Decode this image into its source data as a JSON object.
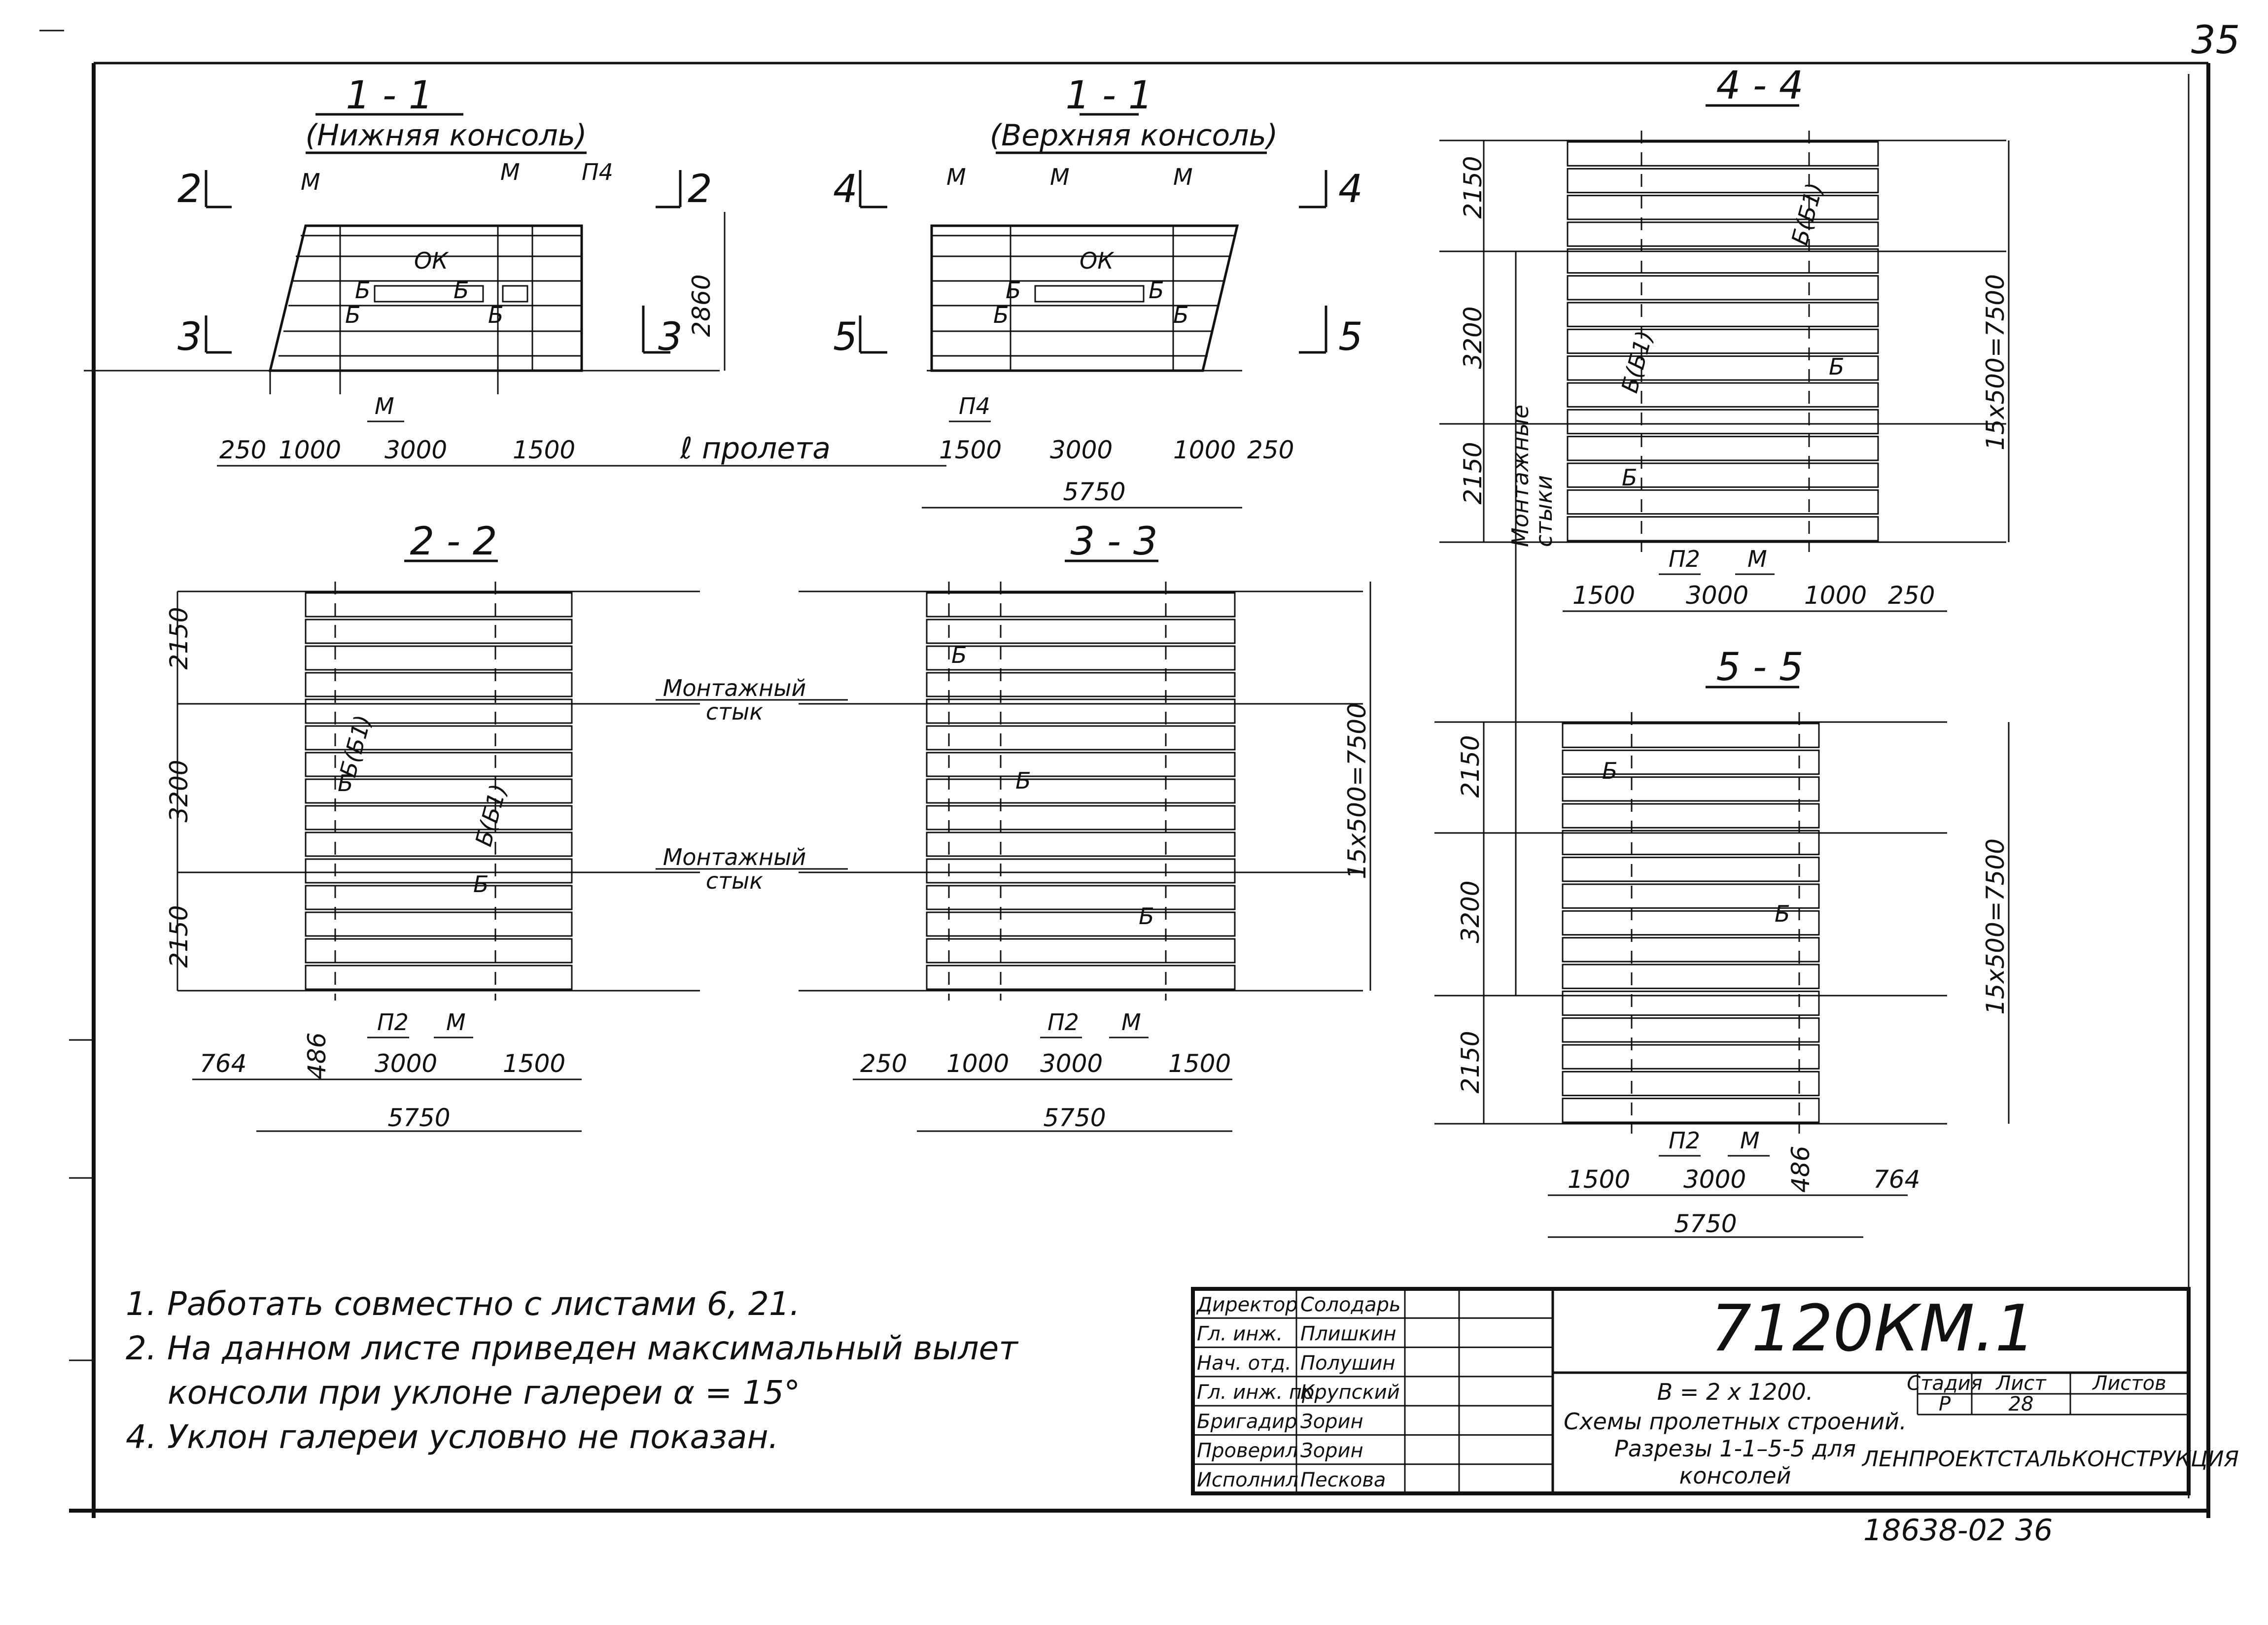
{
  "page_number": "35",
  "sections": {
    "s11_lower": {
      "title": "1 - 1",
      "subtitle": "(Нижняя консоль)",
      "height": "2860",
      "dims": [
        "250",
        "1000",
        "3000",
        "1500"
      ],
      "span_label": "ℓ пролета",
      "marks": [
        "М",
        "М",
        "П4",
        "ОК",
        "Б",
        "Б",
        "Б",
        "Б",
        "М"
      ],
      "cut_marks": [
        "2",
        "2",
        "3",
        "3"
      ]
    },
    "s11_upper": {
      "title": "1 - 1",
      "subtitle": "(Верхняя консоль)",
      "dims": [
        "1500",
        "3000",
        "1000",
        "250"
      ],
      "total": "5750",
      "marks": [
        "М",
        "М",
        "М",
        "ОК",
        "Б",
        "Б",
        "Б",
        "Б",
        "П4"
      ],
      "cut_marks": [
        "4",
        "4",
        "5",
        "5"
      ]
    },
    "s22": {
      "title": "2 - 2",
      "left_dims": [
        "2150",
        "3200",
        "2150"
      ],
      "bottom_dims": [
        "764",
        "486",
        "3000",
        "1500"
      ],
      "total": "5750",
      "marks": [
        "Б(Б1)",
        "Б(Б1)",
        "Б",
        "Б",
        "П2",
        "М"
      ]
    },
    "s33": {
      "title": "3 - 3",
      "right_dim": "15х500=7500",
      "bottom_dims": [
        "250",
        "1000",
        "3000",
        "1500"
      ],
      "total": "5750",
      "marks": [
        "Б",
        "Б",
        "Б",
        "П2",
        "М"
      ]
    },
    "s44": {
      "title": "4 - 4",
      "left_dims": [
        "2150",
        "3200",
        "2150"
      ],
      "right_dim": "15х500=7500",
      "bottom_dims": [
        "1500",
        "3000",
        "1000",
        "250"
      ],
      "marks": [
        "Б(Б1)",
        "Б(Б1)",
        "Б",
        "Б",
        "П2",
        "М"
      ]
    },
    "s55": {
      "title": "5 - 5",
      "left_dims": [
        "2150",
        "3200",
        "2150"
      ],
      "right_dim": "15х500=7500",
      "bottom_dims": [
        "1500",
        "3000",
        "486",
        "764"
      ],
      "total": "5750",
      "marks": [
        "Б",
        "Б",
        "П2",
        "М"
      ]
    }
  },
  "joint_labels": [
    "Монтажный\nстык",
    "Монтажный\nстык",
    "Монтажные\nстыки"
  ],
  "notes": [
    "1. Работать совместно с листами 6, 21.",
    "2. На данном листе приведен максимальный вылет",
    "консоли при уклоне галереи α = 15°",
    "4. Уклон галереи условно не показан."
  ],
  "title_block": {
    "roles": [
      "Директор",
      "Гл. инж.",
      "Нач. отд.",
      "Гл. инж. пр.",
      "Бригадир",
      "Проверил",
      "Исполнил"
    ],
    "names": [
      "Солодарь",
      "Плишкин",
      "Полушин",
      "Крупский",
      "Зорин",
      "Зорин",
      "Пескова"
    ],
    "code": "7120КМ.1",
    "spec": "В = 2 х 1200.",
    "description": [
      "Схемы пролетных строений.",
      "Разрезы 1-1–5-5 для",
      "консолей"
    ],
    "stage_header": "Стадия",
    "sheet_header": "Лист",
    "sheets_header": "Листов",
    "stage": "Р",
    "sheet": "28",
    "organization": "ЛЕНПРОЕКТСТАЛЬКОНСТРУКЦИЯ"
  },
  "archive_number": "18638-02 36"
}
